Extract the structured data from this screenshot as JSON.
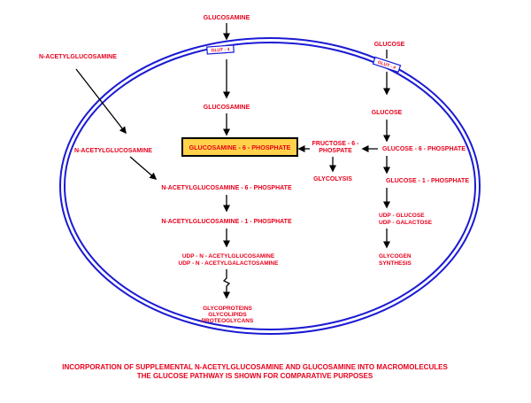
{
  "colors": {
    "label": "#e8001c",
    "membrane": "#1a1ad4",
    "highlight_fill": "#ffd24a",
    "highlight_border": "#000000",
    "arrow": "#000000"
  },
  "outside": {
    "glucosamine": "GLUCOSAMINE",
    "nacetylglucosamine": "N-ACETYLGLUCOSAMINE",
    "glucose": "GLUCOSE"
  },
  "transporters": {
    "left": "GLUT - 4",
    "right": "GLUT - 4"
  },
  "left_pathway": {
    "nag_inside": "N-ACETYLGLUCOSAMINE",
    "nag_6p": "N-ACETYLGLUCOSAMINE - 6 - PHOSPHATE",
    "nag_1p": "N-ACETYLGLUCOSAMINE - 1 - PHOSPHATE",
    "udp_1": "UDP - N - ACETYLGLUCOSAMINE",
    "udp_2": "UDP - N - ACETYLGALACTOSAMINE",
    "products": [
      "GLYCOPROTEINS",
      "GLYCOLIPIDS",
      "PROTEOGLYCANS"
    ]
  },
  "center_pathway": {
    "glucosamine_inside": "GLUCOSAMINE",
    "glucosamine_6p": "GLUCOSAMINE - 6 - PHOSPHATE"
  },
  "middle_pathway": {
    "fructose_6p_1": "FRUCTOSE - 6 -",
    "fructose_6p_2": "PHOSPATE",
    "glycolysis": "GLYCOLYSIS"
  },
  "right_pathway": {
    "glucose_inside": "GLUCOSE",
    "glucose_6p": "GLUCOSE - 6 - PHOSPHATE",
    "glucose_1p": "GLUCOSE - 1 - PHOSPHATE",
    "udp_glucose": "UDP - GLUCOSE",
    "udp_galactose": "UDP - GALACTOSE",
    "glycogen_1": "GLYCOGEN",
    "glycogen_2": "SYNTHESIS"
  },
  "caption": {
    "line1": "INCORPORATION OF SUPPLEMENTAL N-ACETYLGLUCOSAMINE AND GLUCOSAMINE INTO MACROMOLECULES",
    "line2": "THE GLUCOSE PATHWAY IS SHOWN FOR COMPARATIVE PURPOSES"
  }
}
